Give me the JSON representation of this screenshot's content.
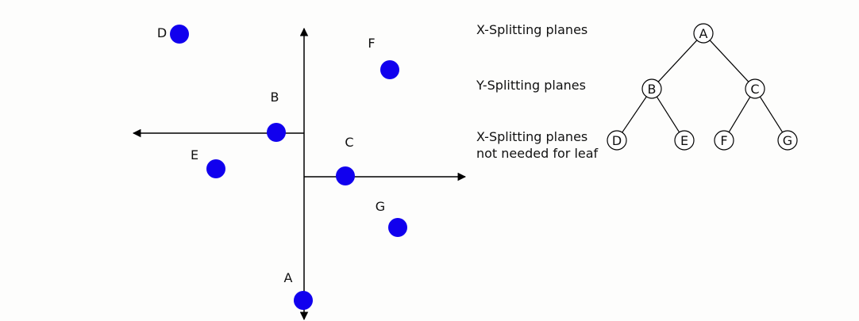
{
  "colors": {
    "background": "#fdfdfc",
    "point_fill": "#1100ee",
    "line": "#000000",
    "node_fill": "#ffffff"
  },
  "points": [
    {
      "label": "D"
    },
    {
      "label": "F"
    },
    {
      "label": "B"
    },
    {
      "label": "E"
    },
    {
      "label": "C"
    },
    {
      "label": "G"
    },
    {
      "label": "A"
    }
  ],
  "level_labels": [
    {
      "lines": [
        "X-Splitting planes"
      ]
    },
    {
      "lines": [
        "Y-Splitting planes"
      ]
    },
    {
      "lines": [
        "X-Splitting planes",
        "not needed for leaf"
      ]
    }
  ],
  "tree": {
    "nodes": [
      "A",
      "B",
      "C",
      "D",
      "E",
      "F",
      "G"
    ],
    "edges": [
      [
        "A",
        "B"
      ],
      [
        "A",
        "C"
      ],
      [
        "B",
        "D"
      ],
      [
        "B",
        "E"
      ],
      [
        "C",
        "F"
      ],
      [
        "C",
        "G"
      ]
    ]
  }
}
